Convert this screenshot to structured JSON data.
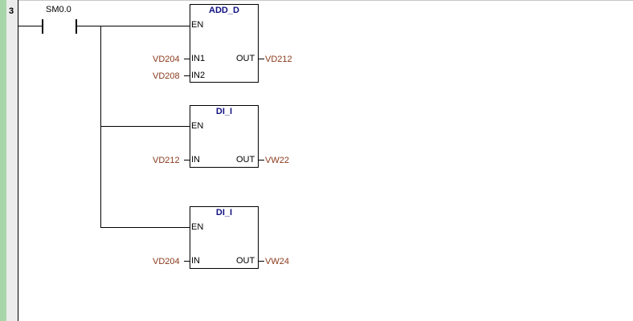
{
  "network": {
    "number": "3"
  },
  "contact": {
    "address": "SM0.0"
  },
  "blocks": [
    {
      "title": "ADD_D",
      "en": "EN",
      "in1_pin": "IN1",
      "in2_pin": "IN2",
      "out_pin": "OUT",
      "in1_operand": "VD204",
      "in2_operand": "VD208",
      "out_operand": "VD212"
    },
    {
      "title": "DI_I",
      "en": "EN",
      "in_pin": "IN",
      "out_pin": "OUT",
      "in_operand": "VD212",
      "out_operand": "VW22"
    },
    {
      "title": "DI_I",
      "en": "EN",
      "in_pin": "IN",
      "out_pin": "OUT",
      "in_operand": "VD204",
      "out_operand": "VW24"
    }
  ]
}
